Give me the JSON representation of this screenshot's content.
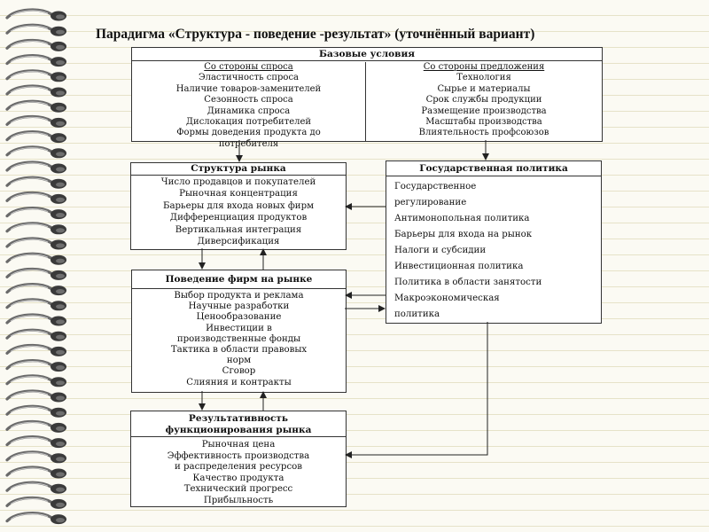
{
  "title": "Парадигма «Структура - поведение -результат» (уточнённый вариант)",
  "basic": {
    "header": "Базовые условия",
    "demand": {
      "heading": "Со стороны спроса",
      "items": [
        "Эластичность спроса",
        "Наличие товаров-заменителей",
        "Сезонность спроса",
        "Динамика спроса",
        "Дислокация потребителей",
        "Формы доведения продукта до",
        "потребителя"
      ]
    },
    "supply": {
      "heading": "Со стороны предложения",
      "items": [
        "Технология",
        "Сырье и материалы",
        "Срок службы продукции",
        "Размещение производства",
        "Масштабы производства",
        "Влиятельность профсоюзов"
      ]
    }
  },
  "structure": {
    "header": "Структура рынка",
    "items": [
      "Число продавцов и покупателей",
      "Рыночная концентрация",
      "Барьеры для входа новых фирм",
      "Дифференциация продуктов",
      "Вертикальная интеграция",
      "Диверсификация"
    ]
  },
  "government": {
    "header": "Государственная политика",
    "items": [
      "Государственное",
      "регулирование",
      "Антимонопольная политика",
      "Барьеры для входа на рынок",
      "Налоги и субсидии",
      "Инвестиционная политика",
      "Политика в области занятости",
      "Макроэкономическая",
      "политика"
    ]
  },
  "conduct": {
    "header": "Поведение фирм на рынке",
    "items": [
      "Выбор продукта и реклама",
      "Научные разработки",
      "Ценообразование",
      "Инвестиции в",
      "производственные фонды",
      "Тактика в области правовых",
      "норм",
      "Сговор",
      "Слияния и контракты"
    ]
  },
  "performance": {
    "header_line1": "Результативность",
    "header_line2": "функционирования рынка",
    "items": [
      "Рыночная цена",
      "Эффективность производства",
      "и распределения ресурсов",
      "Качество продукта",
      "Технический прогресс",
      "Прибыльность"
    ]
  }
}
